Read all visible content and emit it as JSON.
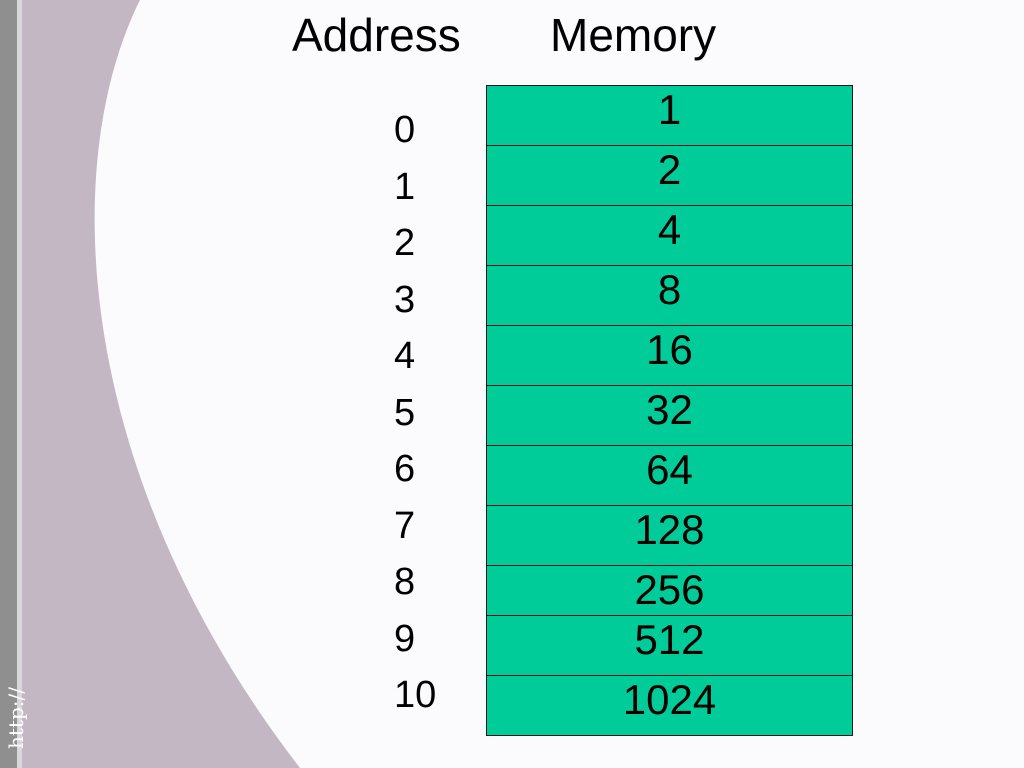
{
  "slide": {
    "address_header": "Address",
    "memory_header": "Memory",
    "side_label": "http://",
    "addresses": [
      "0",
      "1",
      "2",
      "3",
      "4",
      "5",
      "6",
      "7",
      "8",
      "9",
      "10"
    ],
    "memory_values": [
      "1",
      "2",
      "4",
      "8",
      "16",
      "32",
      "64",
      "128",
      "256",
      "512",
      "1024"
    ],
    "colors": {
      "cell_fill": "#00cc99",
      "band": "#c3b7c4",
      "edge_bar": "#8f8f8f",
      "background": "#fbfbfd"
    }
  }
}
